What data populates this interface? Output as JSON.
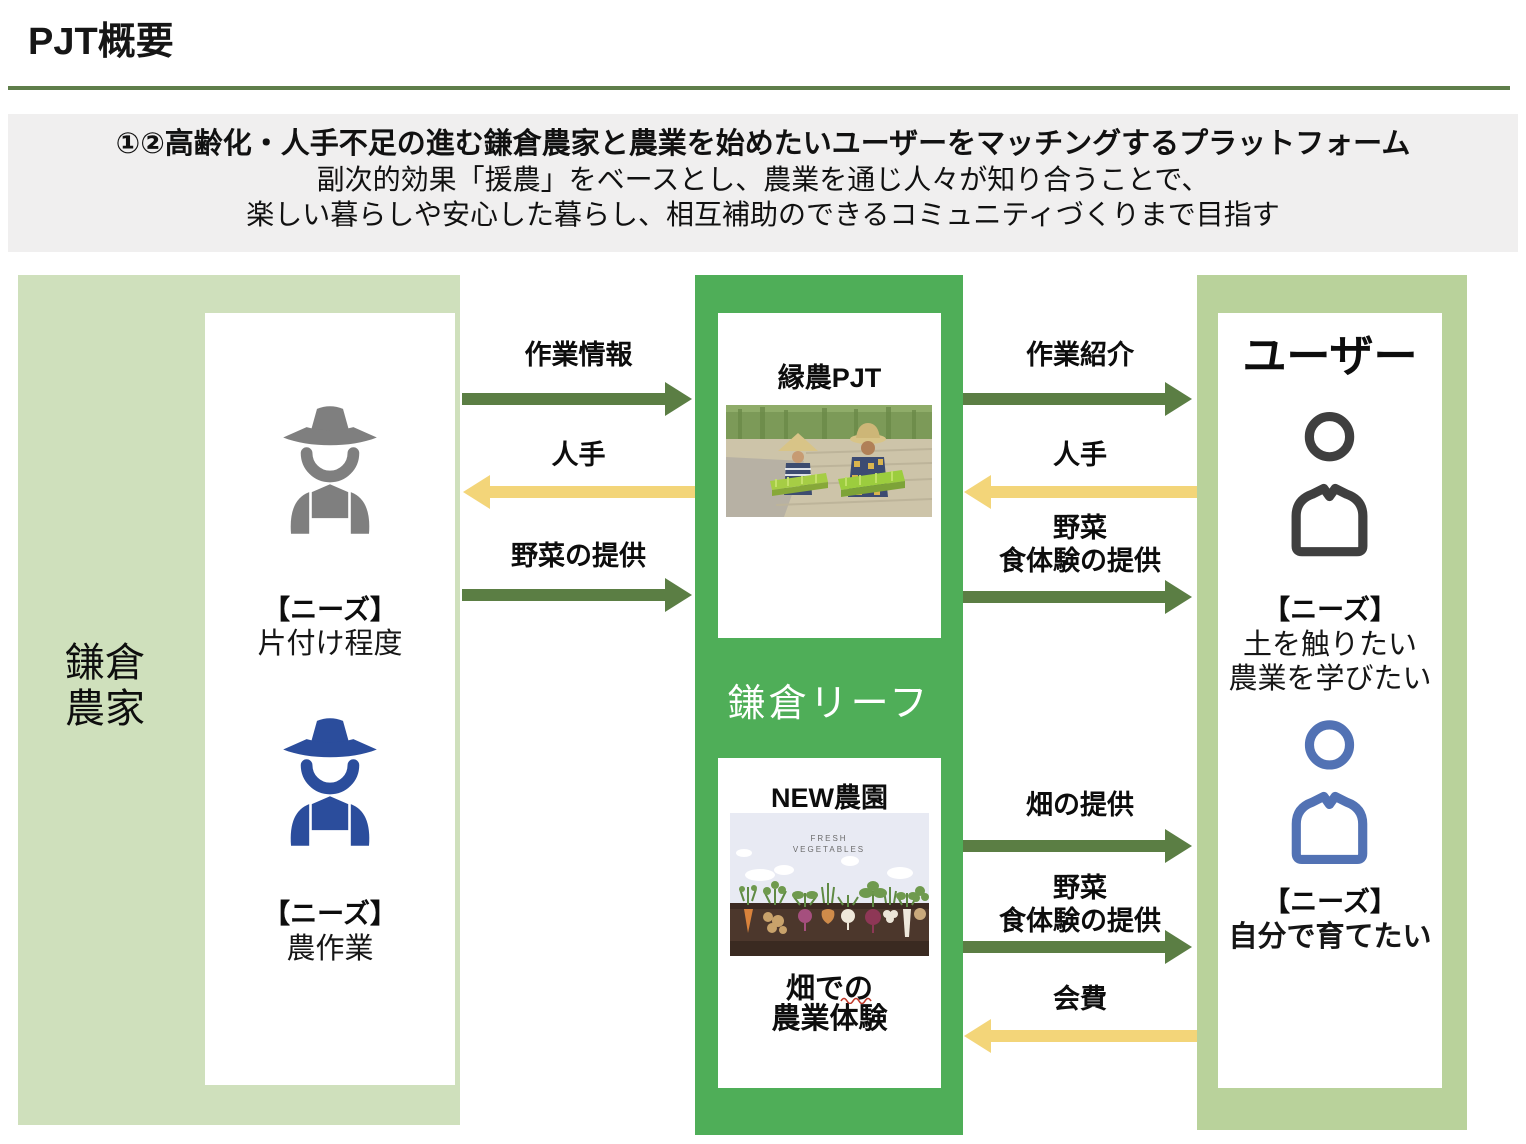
{
  "title": "PJT概要",
  "banner": {
    "line1": "①②高齢化・人手不足の進む鎌倉農家と農業を始めたいユーザーをマッチングするプラットフォーム",
    "line2": "副次的効果「援農」をベースとし、農業を通じ人々が知り合うことで、",
    "line3": "楽しい暮らしや安心した暮らし、相互補助のできるコミュニティづくりまで目指す"
  },
  "farmers_panel": {
    "label_line1": "鎌倉",
    "label_line2": "農家",
    "farmer1": {
      "needs_heading": "【ニーズ】",
      "needs_text": "片付け程度"
    },
    "farmer2": {
      "needs_heading": "【ニーズ】",
      "needs_text": "農作業"
    }
  },
  "platform_panel": {
    "label": "鎌倉リーフ",
    "engo_card": {
      "title": "縁農PJT"
    },
    "new_farm_card": {
      "title": "NEW農園",
      "illustration_title_line1": "FRESH",
      "illustration_title_line2": "VEGETABLES",
      "caption_line1": "畑での",
      "caption_line2": "農業体験"
    }
  },
  "users_panel": {
    "title": "ユーザー",
    "user1": {
      "needs_heading": "【ニーズ】",
      "needs_line1": "土を触りたい",
      "needs_line2": "農業を学びたい"
    },
    "user2": {
      "needs_heading": "【ニーズ】",
      "needs_line1": "自分で育てたい"
    }
  },
  "flows": {
    "farmer_to_platform": [
      {
        "label": "作業情報",
        "direction": "right",
        "color": "green"
      },
      {
        "label": "人手",
        "direction": "left",
        "color": "yellow"
      },
      {
        "label": "野菜の提供",
        "direction": "right",
        "color": "green"
      }
    ],
    "platform_to_user_top": [
      {
        "label": "作業紹介",
        "direction": "right",
        "color": "green"
      },
      {
        "label": "人手",
        "direction": "left",
        "color": "yellow"
      },
      {
        "label_line1": "野菜",
        "label_line2": "食体験の提供",
        "direction": "right",
        "color": "green"
      }
    ],
    "platform_to_user_bottom": [
      {
        "label": "畑の提供",
        "direction": "right",
        "color": "green"
      },
      {
        "label_line1": "野菜",
        "label_line2": "食体験の提供",
        "direction": "right",
        "color": "green"
      },
      {
        "label": "会費",
        "direction": "left",
        "color": "yellow"
      }
    ]
  },
  "colors": {
    "accent_line": "#5f7e4a",
    "banner_bg": "#f0efef",
    "panel_left_green": "#cfe0bc",
    "panel_right_green": "#b9d29b",
    "panel_center_green": "#4fae58",
    "arrow_green": "#5b7e44",
    "arrow_yellow": "#f3d579",
    "farmer_icon_gray": "#7f7f7f",
    "farmer_icon_blue": "#2b4d9c",
    "user_icon_dark": "#3f3f3f",
    "user_icon_blue": "#5272b4"
  }
}
